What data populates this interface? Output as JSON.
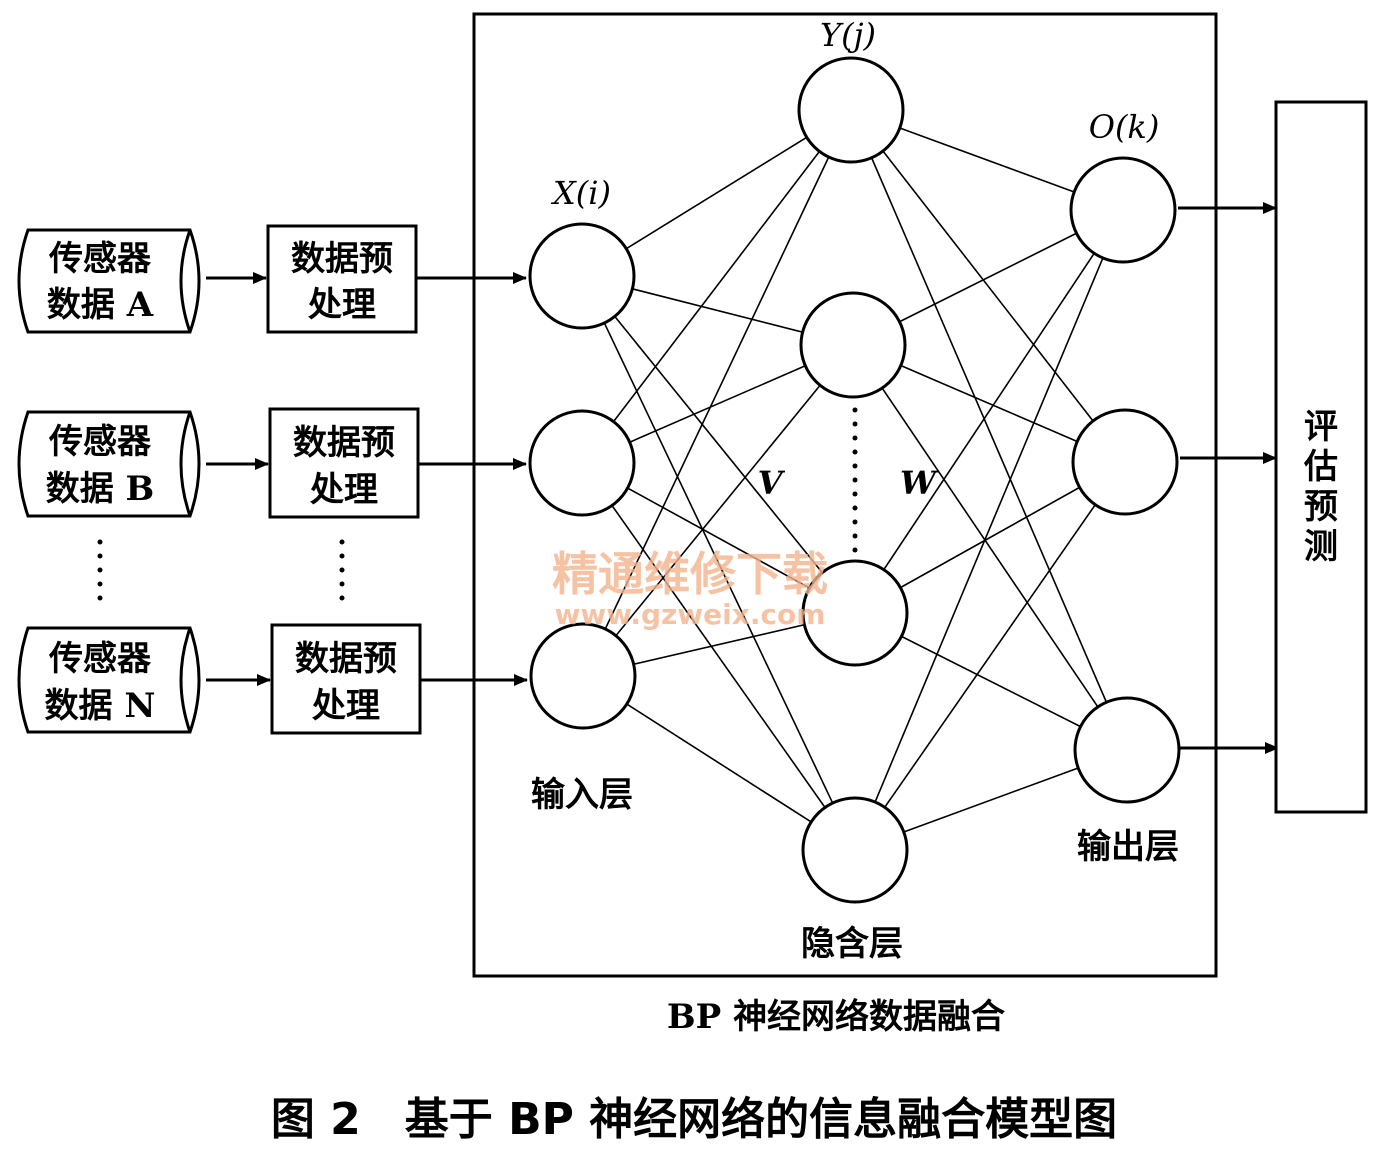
{
  "sensors": [
    {
      "line1": "传感器",
      "line2": "数据 A"
    },
    {
      "line1": "传感器",
      "line2": "数据 B"
    },
    {
      "line1": "传感器",
      "line2": "数据 N"
    }
  ],
  "preprocess": [
    {
      "line1": "数据预",
      "line2": "处理"
    },
    {
      "line1": "数据预",
      "line2": "处理"
    },
    {
      "line1": "数据预",
      "line2": "处理"
    }
  ],
  "network": {
    "input_var": "X(i)",
    "hidden_var": "Y(j)",
    "output_var": "O(k)",
    "weights_v": "V",
    "weights_w": "W",
    "input_layer_label": "输入层",
    "hidden_layer_label": "隐含层",
    "output_layer_label": "输出层",
    "box_label": "BP 神经网络数据融合"
  },
  "evaluation": {
    "label_chars": [
      "评",
      "估",
      "预",
      "测"
    ]
  },
  "watermark": {
    "line1": "精通维修下载",
    "line2": "www.gzweix.com"
  },
  "caption": "图 2　基于 BP 神经网络的信息融合模型图"
}
